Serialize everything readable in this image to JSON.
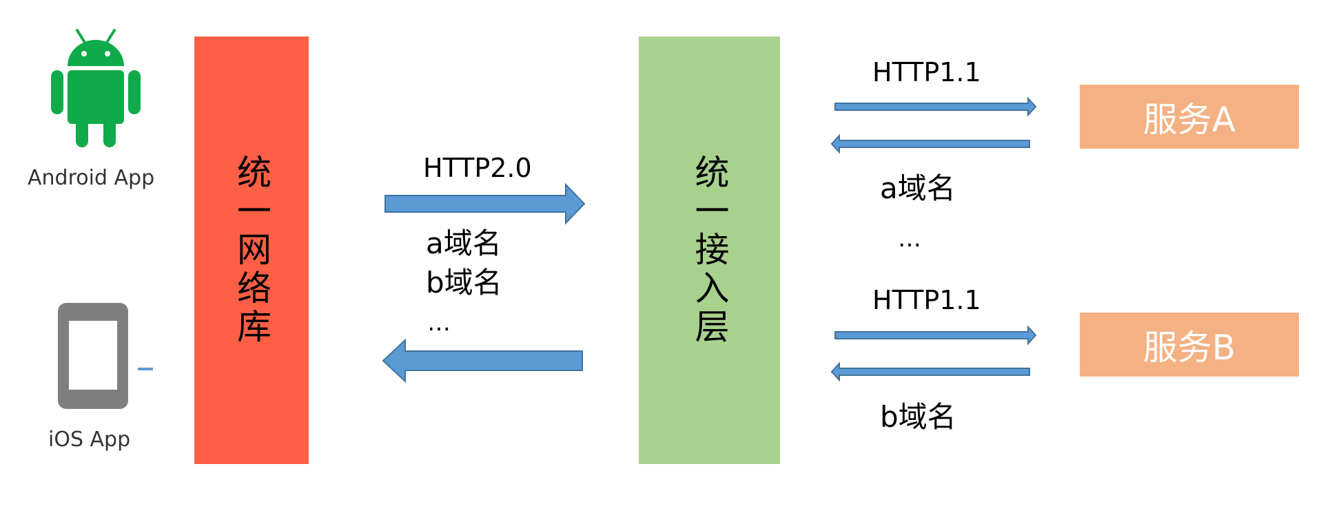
{
  "colors": {
    "network_lib": "#FE5F45",
    "access_layer": "#A9D18E",
    "service": "#F4B183",
    "arrow": "#5B9BD5",
    "arrow_stroke": "#41719C",
    "android": "#0FAA4A",
    "ios": "#7F7F7F"
  },
  "clients": {
    "android": {
      "icon": "android-icon",
      "label": "Android  App"
    },
    "ios": {
      "icon": "phone-icon",
      "label": "iOS App"
    }
  },
  "network_lib": {
    "label": "统一网络库"
  },
  "middle": {
    "protocol": "HTTP2.0",
    "domains": [
      "a域名",
      "b域名"
    ],
    "ellipsis": "…"
  },
  "access_layer": {
    "label": "统一接入层"
  },
  "right": {
    "top": {
      "protocol": "HTTP1.1",
      "domain": "a域名",
      "ellipsis": "…"
    },
    "bottom": {
      "protocol": "HTTP1.1",
      "domain": "b域名"
    }
  },
  "services": [
    {
      "label": "服务A"
    },
    {
      "label": "服务B"
    }
  ]
}
